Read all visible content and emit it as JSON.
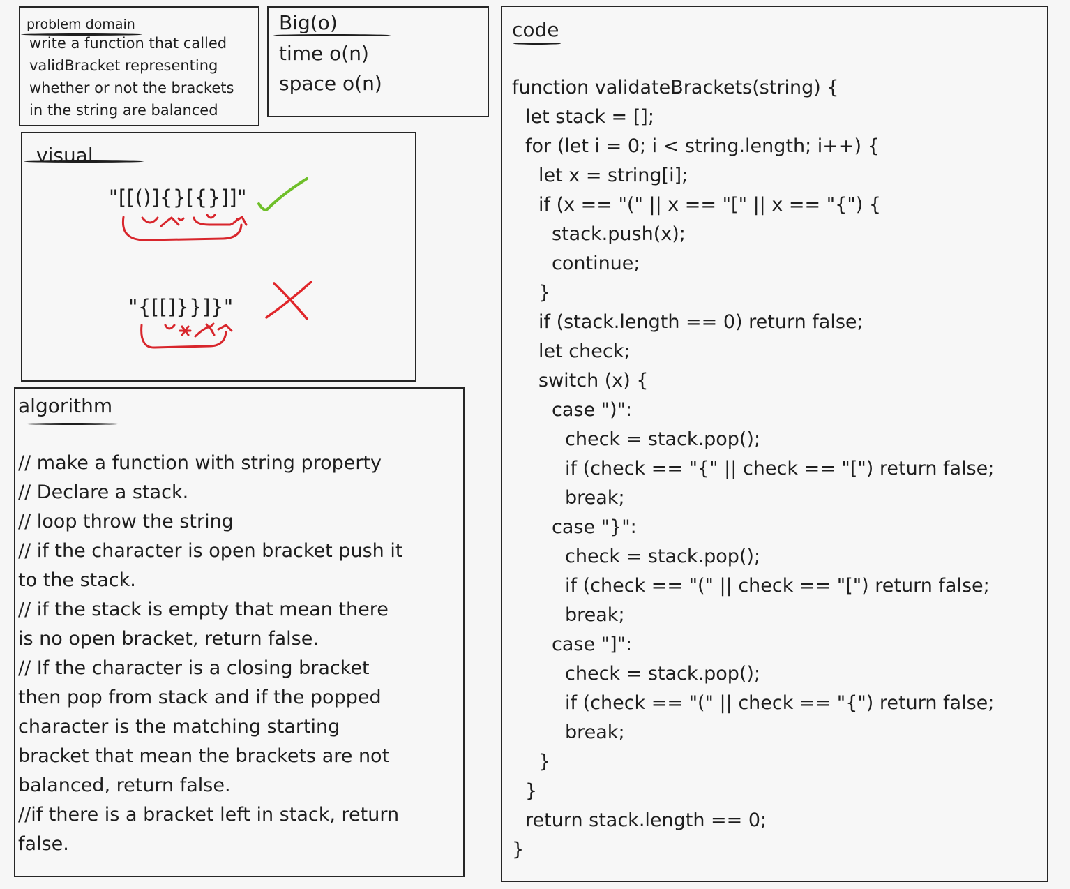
{
  "problem_domain": {
    "title": "problem domain",
    "lines": [
      "write a function that called",
      "validBracket representing",
      "whether or not the brackets",
      "in the string are balanced"
    ]
  },
  "big_o": {
    "title": "Big(o)",
    "lines": [
      "time o(n)",
      "space o(n)"
    ]
  },
  "visual": {
    "title": "visual",
    "example_valid": "\"[[()]{}[{}]]\"",
    "example_invalid": "\"{[[]}}]}\"",
    "colors": {
      "check": "#6fbf2a",
      "cross": "#e0262a",
      "arrows": "#d8262c"
    }
  },
  "algorithm": {
    "title": "algorithm",
    "lines": [
      "// make a function with string property",
      "// Declare a stack.",
      "// loop throw the string",
      "// if the character is open bracket push it",
      "to the stack.",
      "// if the stack is empty that mean there",
      "is no open bracket, return false.",
      "// If the character is a closing bracket",
      "then pop from stack and if the popped",
      "character is the matching starting",
      "bracket that mean the brackets are not",
      "balanced, return false.",
      "//if there is a bracket left in stack, return",
      "false."
    ]
  },
  "code": {
    "title": "code",
    "lines": [
      "function validateBrackets(string) {",
      " let stack = [];",
      " for (let i = 0; i < string.length; i++) {",
      "  let x = string[i];",
      "  if (x == \"(\" || x == \"[\" || x == \"{\") {",
      "   stack.push(x);",
      "   continue;",
      "  }",
      "  if (stack.length == 0) return false;",
      "  let check;",
      "  switch (x) {",
      "   case \")\":",
      "    check = stack.pop();",
      "    if (check == \"{\" || check == \"[\") return false;",
      "    break;",
      "   case \"}\":",
      "    check = stack.pop();",
      "    if (check == \"(\" || check == \"[\") return false;",
      "    break;",
      "   case \"]\":",
      "    check = stack.pop();",
      "    if (check == \"(\" || check == \"{\") return false;",
      "    break;",
      "  }",
      " }",
      " return stack.length == 0;",
      "}"
    ]
  }
}
